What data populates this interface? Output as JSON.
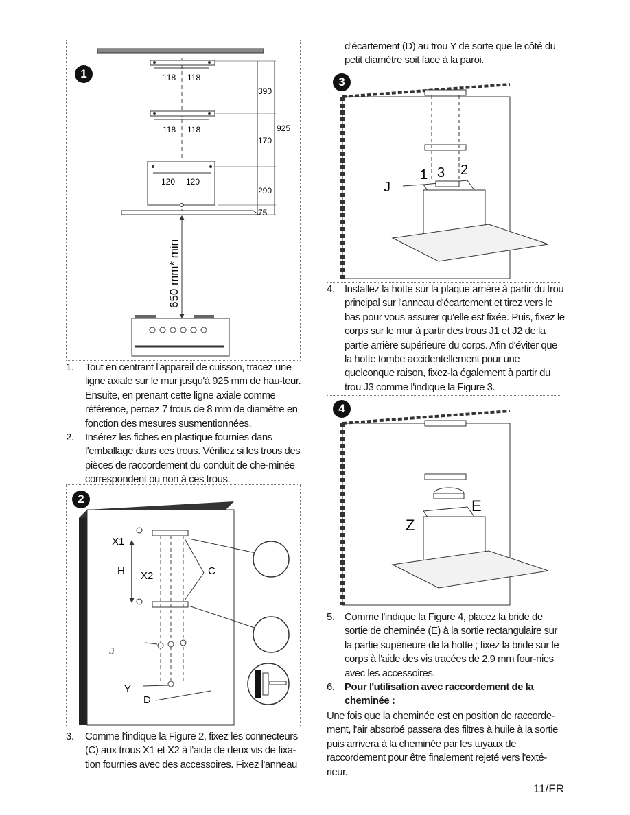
{
  "figure1": {
    "number": "1",
    "dims": {
      "a": "118",
      "b": "118",
      "c": "118",
      "d": "118",
      "e": "120",
      "f": "120",
      "v1": "390",
      "v2": "170",
      "v3": "290",
      "v4": "75",
      "total": "925",
      "min_dist": "650 mm* min"
    }
  },
  "figure2": {
    "number": "2",
    "labels": {
      "x1": "X1",
      "x2": "X2",
      "h": "H",
      "c": "C",
      "j": "J",
      "y": "Y",
      "d": "D"
    }
  },
  "figure3": {
    "number": "3",
    "labels": {
      "j": "J",
      "n1": "1",
      "n3": "3",
      "n2": "2"
    }
  },
  "figure4": {
    "number": "4",
    "labels": {
      "e": "E",
      "z": "Z"
    }
  },
  "steps": [
    {
      "num": "1.",
      "text": "Tout en centrant l'appareil de cuisson, tracez une ligne axiale sur le mur jusqu'à 925 mm de hau-teur. Ensuite, en prenant cette ligne axiale comme référence, percez 7 trous de 8 mm de diamètre en fonction des mesures susmentionnées."
    },
    {
      "num": "2.",
      "text": "Insérez les fiches en plastique fournies dans l'emballage dans ces trous. Vérifiez si les trous des pièces de raccordement du conduit de che-minée correspondent ou non à ces trous."
    },
    {
      "num": "3.",
      "text": "Comme l'indique la Figure 2, fixez les connecteurs (C) aux trous X1 et X2 à l'aide de deux vis de fixa-tion fournies avec des accessoires. Fixez l'anneau"
    },
    {
      "cont": "d'écartement (D) au trou Y de sorte que le côté du petit diamètre soit face à la paroi."
    },
    {
      "num": "4.",
      "text": "Installez la hotte sur la plaque arrière à partir du trou principal sur l'anneau d'écartement et tirez vers le bas pour vous assurer qu'elle est fixée. Puis, fixez le corps sur le mur à partir des trous J1 et J2 de la partie arrière supérieure du corps. Afin d'éviter que la hotte tombe accidentellement pour une quelconque raison, fixez-la également à partir du trou J3 comme l'indique la Figure 3."
    },
    {
      "num": "5.",
      "text": "Comme l'indique la Figure 4, placez la bride de sortie de cheminée (E) à la sortie rectangulaire sur la partie supérieure de la hotte ; fixez la bride sur le corps à l'aide des vis tracées de 2,9 mm four-nies avec les accessoires."
    },
    {
      "num": "6.",
      "heading": "Pour l'utilisation avec raccordement de la cheminée :"
    },
    {
      "body": "Une fois que la cheminée est en position de raccorde-ment, l'air absorbé passera des filtres à huile à la sortie puis arrivera à la cheminée par les tuyaux de raccordement pour être finalement rejeté vers l'exté-rieur."
    }
  ],
  "page_number": "11/FR"
}
